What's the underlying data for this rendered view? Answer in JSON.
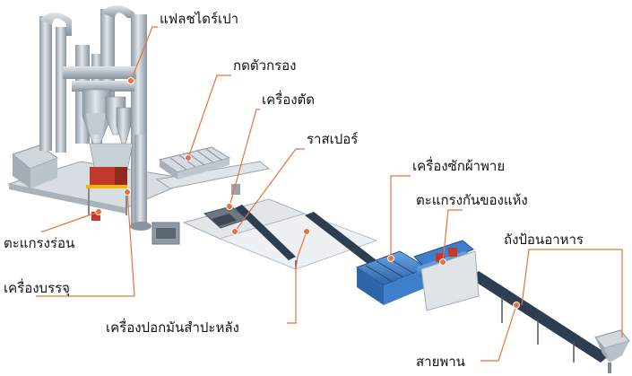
{
  "labels": {
    "flash_dryer": "แฟลชไดร์เปา",
    "filter_press": "กดตัวกรอง",
    "cutter": "เครื่องตัด",
    "rasper": "ราสเปอร์",
    "rinsing_machine": "เครื่องซักผ้าพาย",
    "dry_sieve": "ตะแกรงกันของแห้ง",
    "feed_hopper": "ถังป้อนอาหาร",
    "hot_sieve": "ตะแกรงร่อน",
    "packing_machine": "เครื่องบรรจุ",
    "peeling_machine": "เครื่องปอกมันสำปะหลัง",
    "conveyor": "สายพาน"
  },
  "colors": {
    "leader_line": "#e8733a",
    "dot": "#e8733a",
    "steel": "#b9c3cc",
    "steel_dark": "#7f8a94",
    "blue_machine": "#3f7fc9",
    "belt": "#2c3e50",
    "red_machine": "#c0392b"
  }
}
